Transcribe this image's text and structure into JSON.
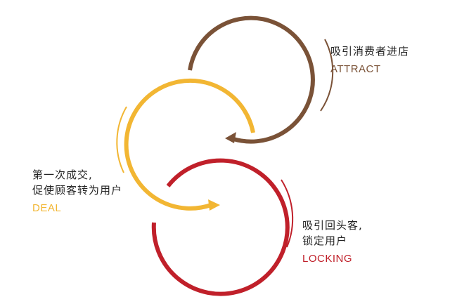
{
  "stages": [
    {
      "id": "attract",
      "lines": [
        "吸引消费者进店"
      ],
      "english": "ATTRACT",
      "color": "#7a5237"
    },
    {
      "id": "deal",
      "lines": [
        "第一次成交,",
        "促使顾客转为用户"
      ],
      "english": "DEAL",
      "color": "#f2b633"
    },
    {
      "id": "locking",
      "lines": [
        "吸引回头客,",
        "锁定用户"
      ],
      "english": "LOCKING",
      "color": "#c0202a"
    }
  ]
}
